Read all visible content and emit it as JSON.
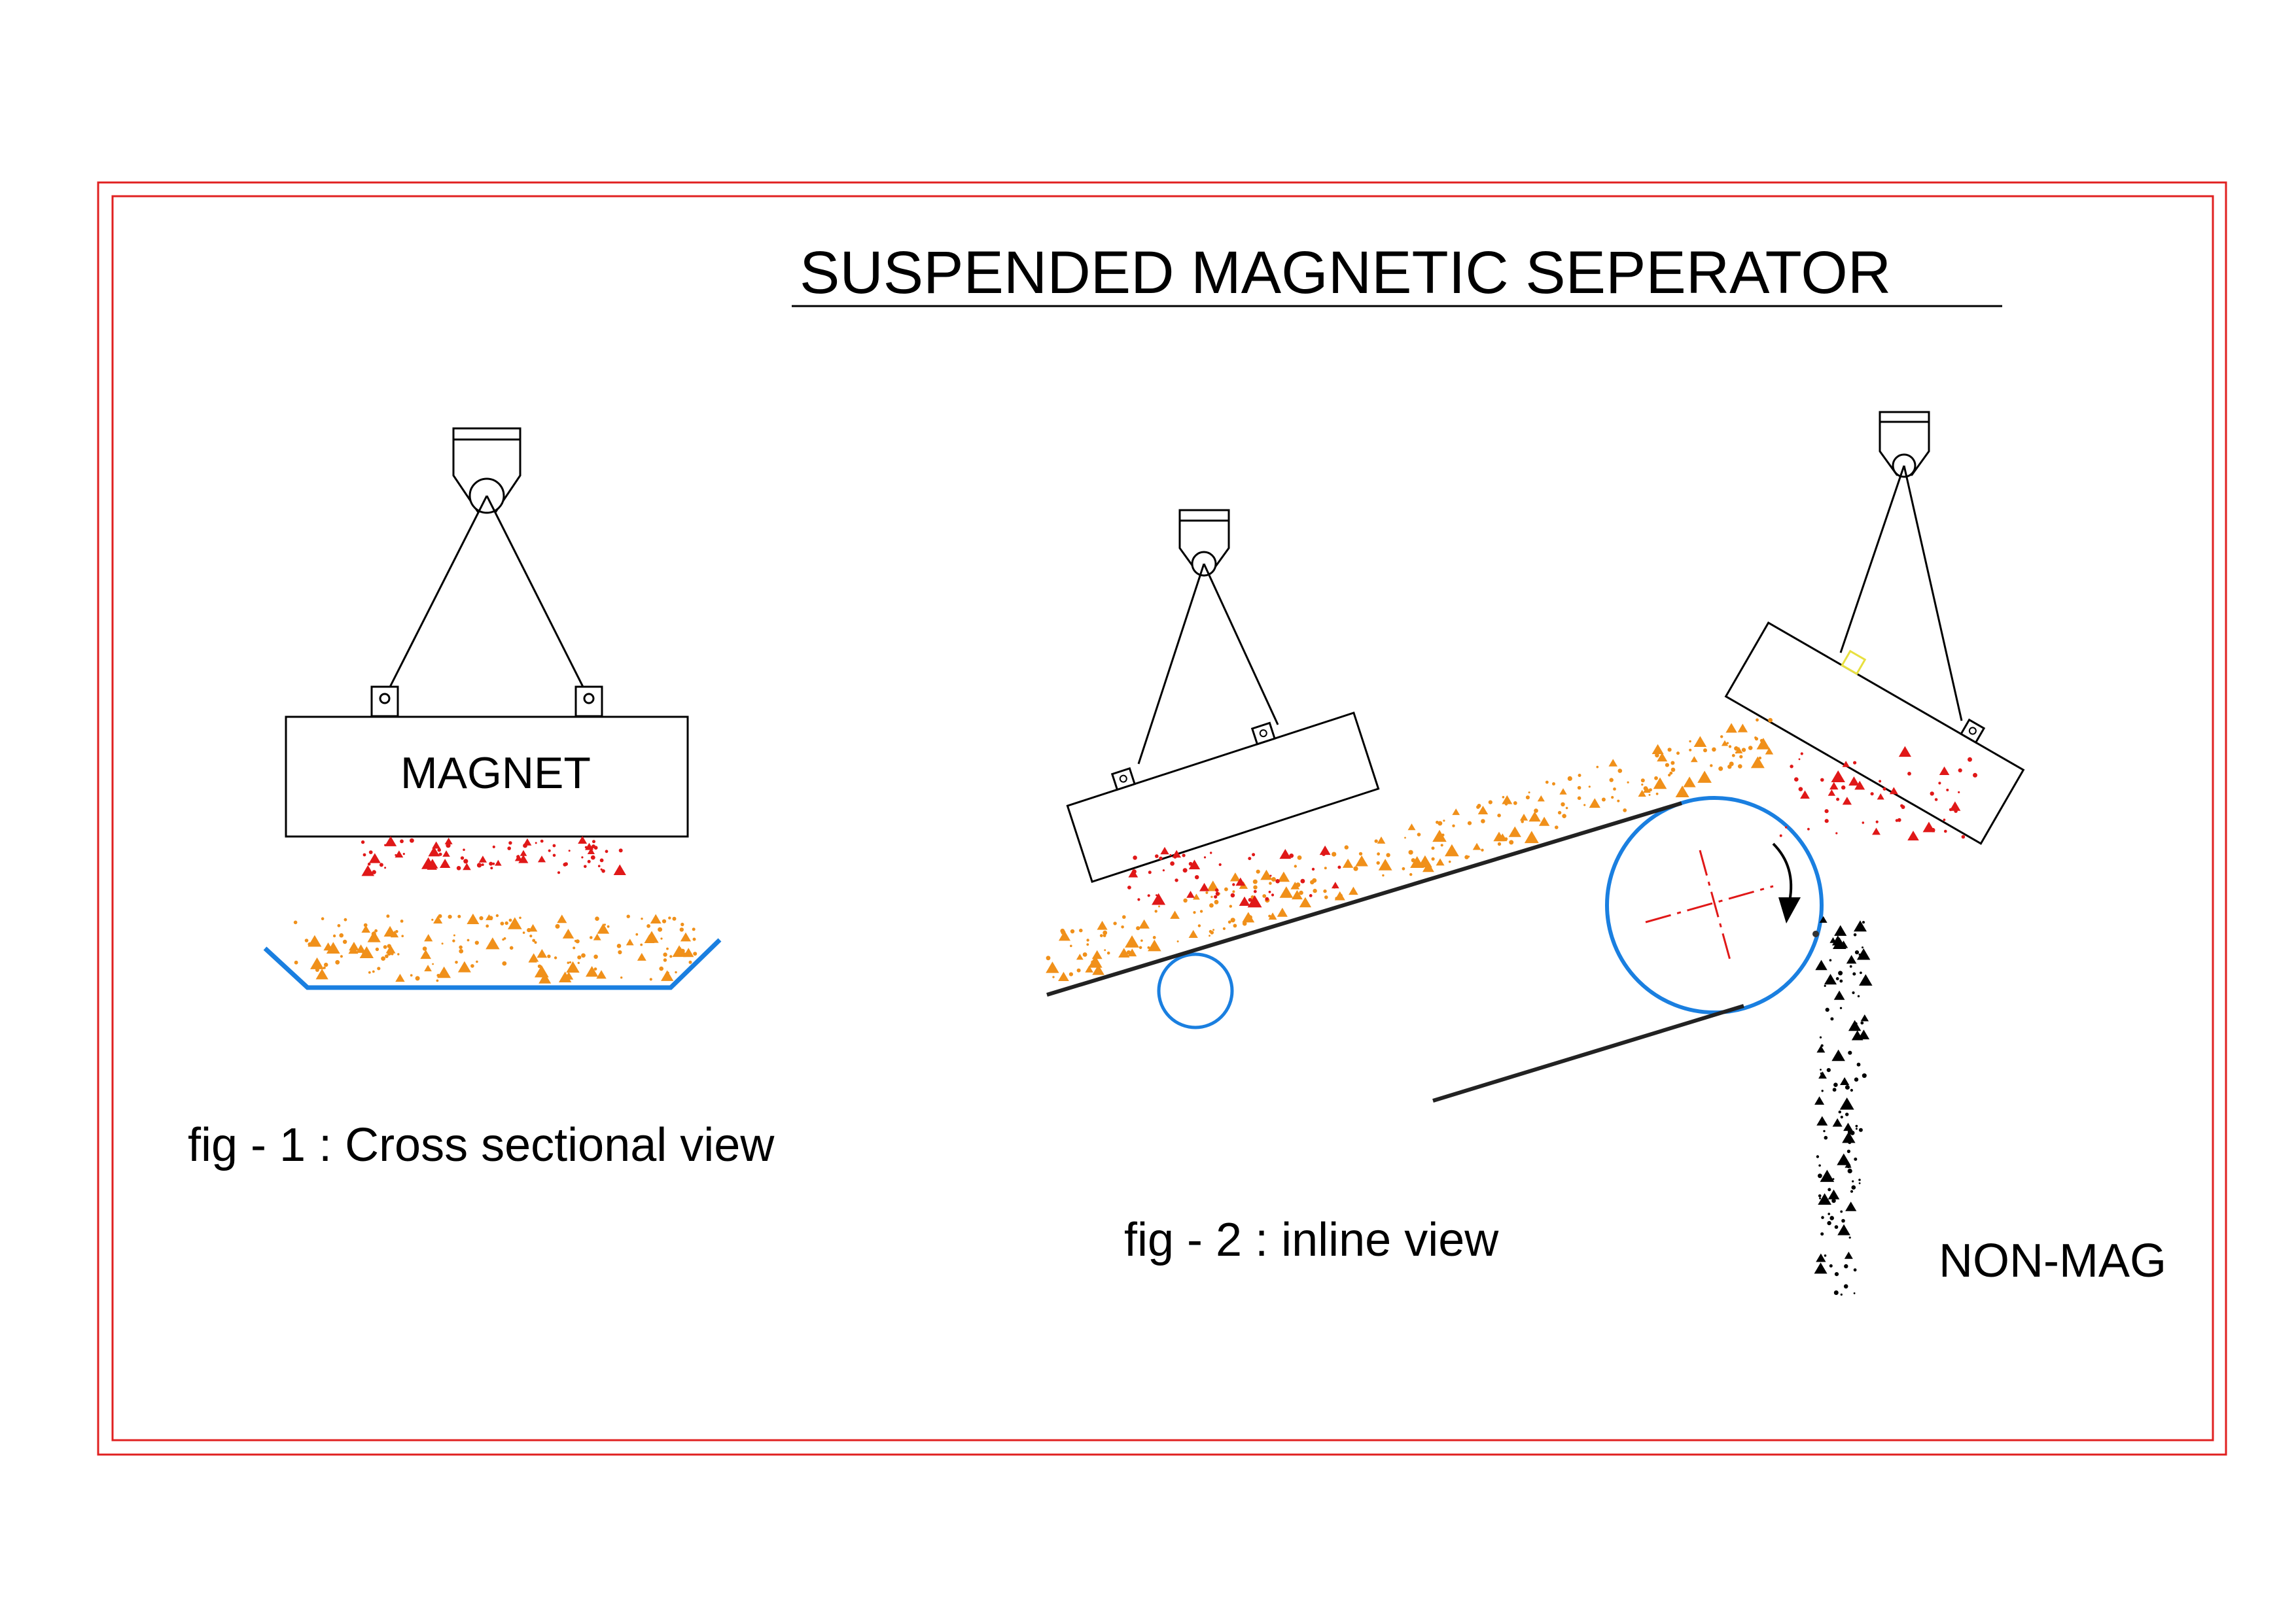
{
  "title": "SUSPENDED MAGNETIC SEPERATOR",
  "fig1": {
    "magnet_label": "MAGNET",
    "caption": "fig - 1 : Cross sectional view"
  },
  "fig2": {
    "caption": "fig - 2 : inline view",
    "discharge_label": "NON-MAG"
  },
  "colors": {
    "border": "#e02020",
    "conveyor": "#1a7fe0",
    "magnetic_particles": "#e01818",
    "mixed_material": "#f0901a",
    "center_mark": "#e01818",
    "non_magnetic_particles": "#000000",
    "stroke": "#000000"
  }
}
